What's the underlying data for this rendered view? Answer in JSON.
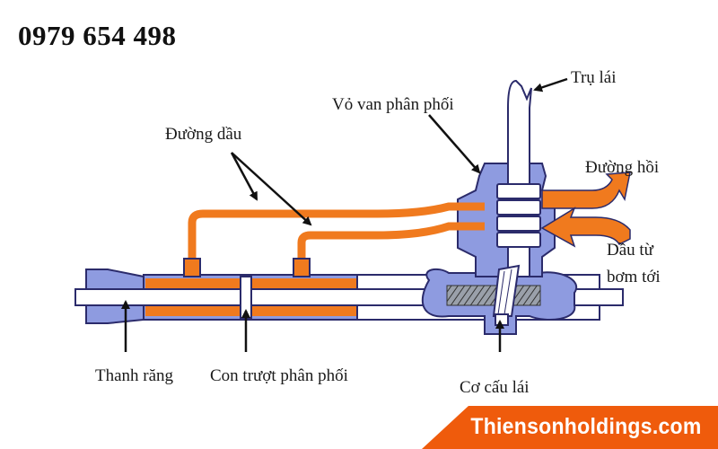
{
  "header": {
    "phone": "0979 654 498"
  },
  "labels": {
    "tru_lai": "Trụ lái",
    "vo_van": "Vỏ van phân phối",
    "duong_dau": "Đường dầu",
    "duong_hoi": "Đường hồi",
    "dau_tu_line1": "Dầu từ",
    "dau_tu_line2": "bơm tới",
    "thanh_rang": "Thanh răng",
    "con_truot": "Con trượt phân phối",
    "co_cau_lai": "Cơ cấu lái"
  },
  "footer": {
    "site": "Thiensonholdings.com"
  },
  "colors": {
    "oil": "#f07a1e",
    "housing": "#8e9be0",
    "outline": "#2b2b6b",
    "banner": "#ef5b0c"
  }
}
